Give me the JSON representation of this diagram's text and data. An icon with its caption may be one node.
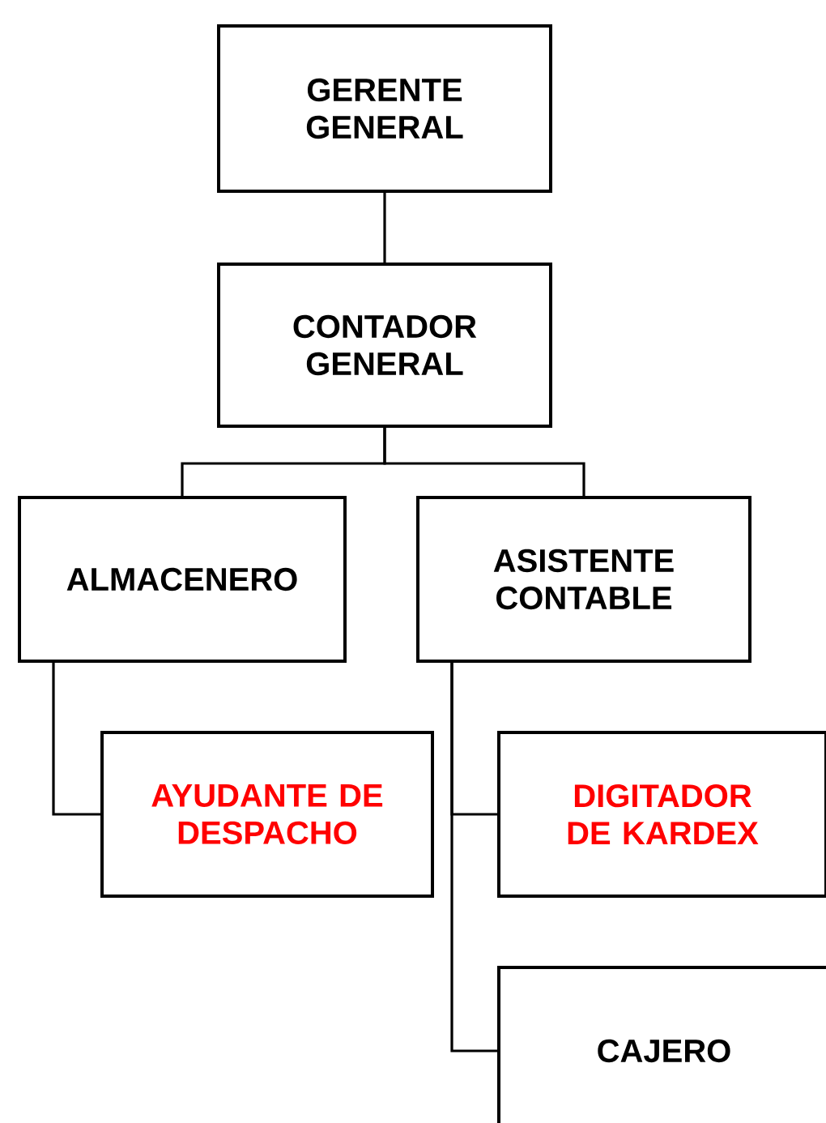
{
  "diagram": {
    "nodes": [
      {
        "text": [
          "GERENTE GENERAL"
        ]
      },
      {
        "text": [
          "CONTADOR GENERAL"
        ]
      },
      {
        "text": [
          "ALMACENERO"
        ]
      },
      {
        "text": [
          "ASISTENTE CONTABLE"
        ]
      },
      {
        "text": [
          "AYUDANTE DE DESPACHO"
        ]
      },
      {
        "text": [
          "DIGITADOR DE KARDEX"
        ]
      },
      {
        "text": [
          "CAJERO"
        ]
      }
    ],
    "edges": [
      {
        "from": 0,
        "to": 1,
        "arrow": "none"
      },
      {
        "from": 1,
        "to": 2,
        "arrow": "none"
      },
      {
        "from": 1,
        "to": 3,
        "arrow": "none"
      },
      {
        "from": 2,
        "to": 4,
        "arrow": "none"
      },
      {
        "from": 3,
        "to": 5,
        "arrow": "none"
      },
      {
        "from": 3,
        "to": 6,
        "arrow": "none"
      }
    ]
  }
}
